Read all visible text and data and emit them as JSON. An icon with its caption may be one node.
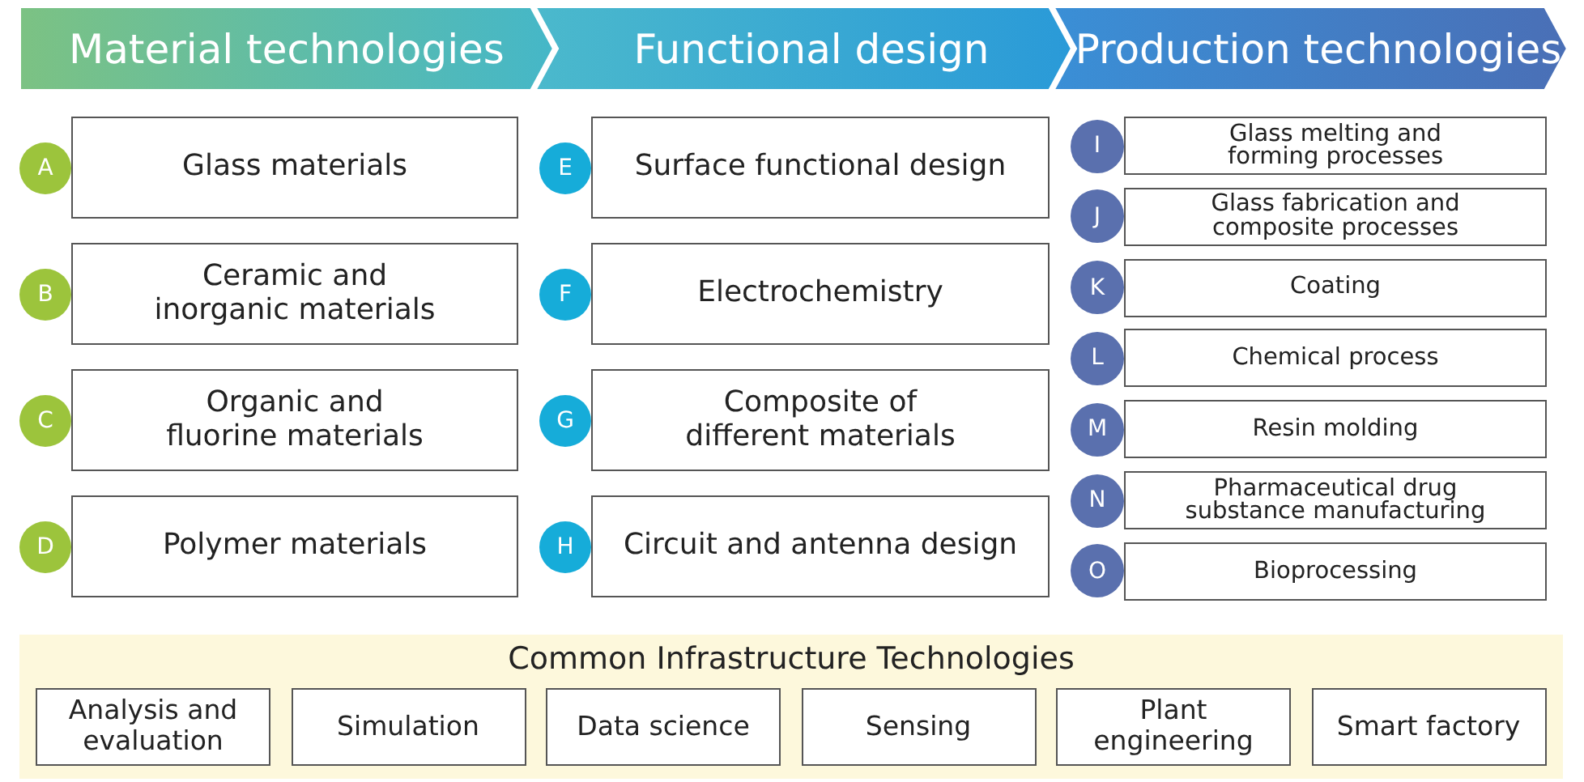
{
  "diagram": {
    "nodes": [
      {
        "text": [
          "Material technologies"
        ]
      },
      {
        "text": [
          "Functional design"
        ]
      },
      {
        "text": [
          "Production technologies"
        ]
      },
      {
        "text": [
          "A"
        ]
      },
      {
        "text": [
          "Glass materials"
        ]
      },
      {
        "text": [
          "B"
        ]
      },
      {
        "text": [
          "Ceramic and inorganic materials"
        ]
      },
      {
        "text": [
          "C"
        ]
      },
      {
        "text": [
          "Organic and fluorine materials"
        ]
      },
      {
        "text": [
          "D"
        ]
      },
      {
        "text": [
          "Polymer materials"
        ]
      },
      {
        "text": [
          "E"
        ]
      },
      {
        "text": [
          "Surface functional design"
        ]
      },
      {
        "text": [
          "F"
        ]
      },
      {
        "text": [
          "Electrochemistry"
        ]
      },
      {
        "text": [
          "G"
        ]
      },
      {
        "text": [
          "Composite of different materials"
        ]
      },
      {
        "text": [
          "H"
        ]
      },
      {
        "text": [
          "Circuit and antenna design"
        ]
      },
      {
        "text": [
          "I"
        ]
      },
      {
        "text": [
          "Glass melting and forming processes"
        ]
      },
      {
        "text": [
          "J"
        ]
      },
      {
        "text": [
          "Glass fabrication and composite processes"
        ]
      },
      {
        "text": [
          "K"
        ]
      },
      {
        "text": [
          "Coating"
        ]
      },
      {
        "text": [
          "L"
        ]
      },
      {
        "text": [
          "Chemical process"
        ]
      },
      {
        "text": [
          "M"
        ]
      },
      {
        "text": [
          "Resin molding"
        ]
      },
      {
        "text": [
          "N"
        ]
      },
      {
        "text": [
          "Pharmaceutical drug substance manufacturing"
        ]
      },
      {
        "text": [
          "O"
        ]
      },
      {
        "text": [
          "Bioprocessing"
        ]
      },
      {
        "text": [
          "Common Infrastructure Technologies"
        ]
      },
      {
        "text": [
          "Analysis and evaluation"
        ],
        "in": 33
      },
      {
        "text": [
          "Simulation"
        ],
        "in": 33
      },
      {
        "text": [
          "Data science"
        ],
        "in": 33
      },
      {
        "text": [
          "Sensing"
        ],
        "in": 33
      },
      {
        "text": [
          "Plant engineering"
        ],
        "in": 33
      },
      {
        "text": [
          "Smart factory"
        ],
        "in": 33
      }
    ]
  }
}
